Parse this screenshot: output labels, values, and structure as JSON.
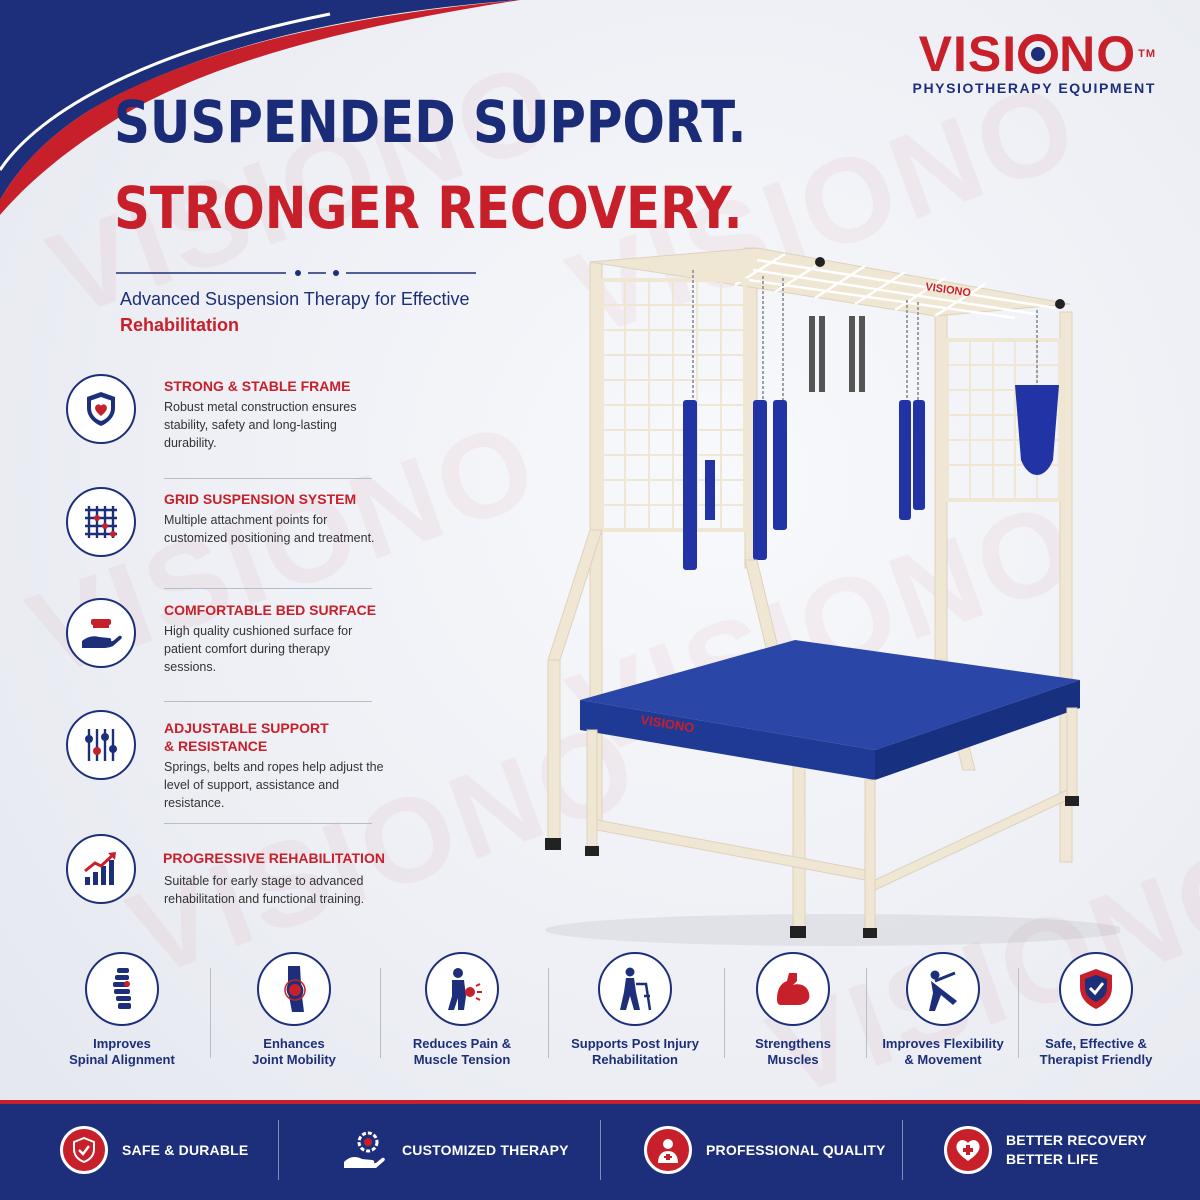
{
  "brand": {
    "name": "VISIONO",
    "tm": "TM",
    "subtitle": "PHYSIOTHERAPY EQUIPMENT"
  },
  "headline": {
    "line1": "SUSPENDED SUPPORT.",
    "line2": "STRONGER RECOVERY."
  },
  "tagline": {
    "text": "Advanced Suspension Therapy for Effective",
    "highlight": "Rehabilitation"
  },
  "features": [
    {
      "icon": "shield-heart-icon",
      "title": "STRONG & STABLE FRAME",
      "desc": "Robust metal construction ensures stability, safety and long-lasting durability."
    },
    {
      "icon": "grid-icon",
      "title": "GRID SUSPENSION SYSTEM",
      "desc": "Multiple attachment points for customized positioning and treatment."
    },
    {
      "icon": "hand-bed-icon",
      "title": "COMFORTABLE BED SURFACE",
      "desc": "High quality cushioned surface for patient comfort during therapy sessions."
    },
    {
      "icon": "sliders-icon",
      "title": "ADJUSTABLE SUPPORT & RESISTANCE",
      "desc": "Springs, belts and ropes help adjust the level of support, assistance and resistance."
    },
    {
      "icon": "growth-chart-icon",
      "title": "PROGRESSIVE REHABILITATION",
      "desc": "Suitable for early stage to advanced rehabilitation and functional training."
    }
  ],
  "product": {
    "frame_label": "VISIONO",
    "bed_label": "VISIONO"
  },
  "benefits": [
    {
      "icon": "spine-icon",
      "label": "Improves\nSpinal Alignment"
    },
    {
      "icon": "knee-joint-icon",
      "label": "Enhances\nJoint Mobility"
    },
    {
      "icon": "back-pain-icon",
      "label": "Reduces Pain &\nMuscle Tension"
    },
    {
      "icon": "walker-icon",
      "label": "Supports Post Injury\nRehabilitation"
    },
    {
      "icon": "muscle-arm-icon",
      "label": "Strengthens\nMuscles"
    },
    {
      "icon": "stretch-icon",
      "label": "Improves Flexibility\n& Movement"
    },
    {
      "icon": "shield-check-icon",
      "label": "Safe, Effective &\nTherapist Friendly"
    }
  ],
  "bottom_bar": [
    {
      "icon": "shield-check-icon",
      "label": "SAFE & DURABLE"
    },
    {
      "icon": "gear-hand-icon",
      "label": "CUSTOMIZED THERAPY"
    },
    {
      "icon": "doctor-icon",
      "label": "PROFESSIONAL QUALITY"
    },
    {
      "icon": "heart-plus-icon",
      "label": "BETTER RECOVERY\nBETTER LIFE"
    }
  ],
  "colors": {
    "navy": "#1d2f7a",
    "red": "#c8202a",
    "frame": "#efe6d4",
    "bed": "#233f9b"
  }
}
